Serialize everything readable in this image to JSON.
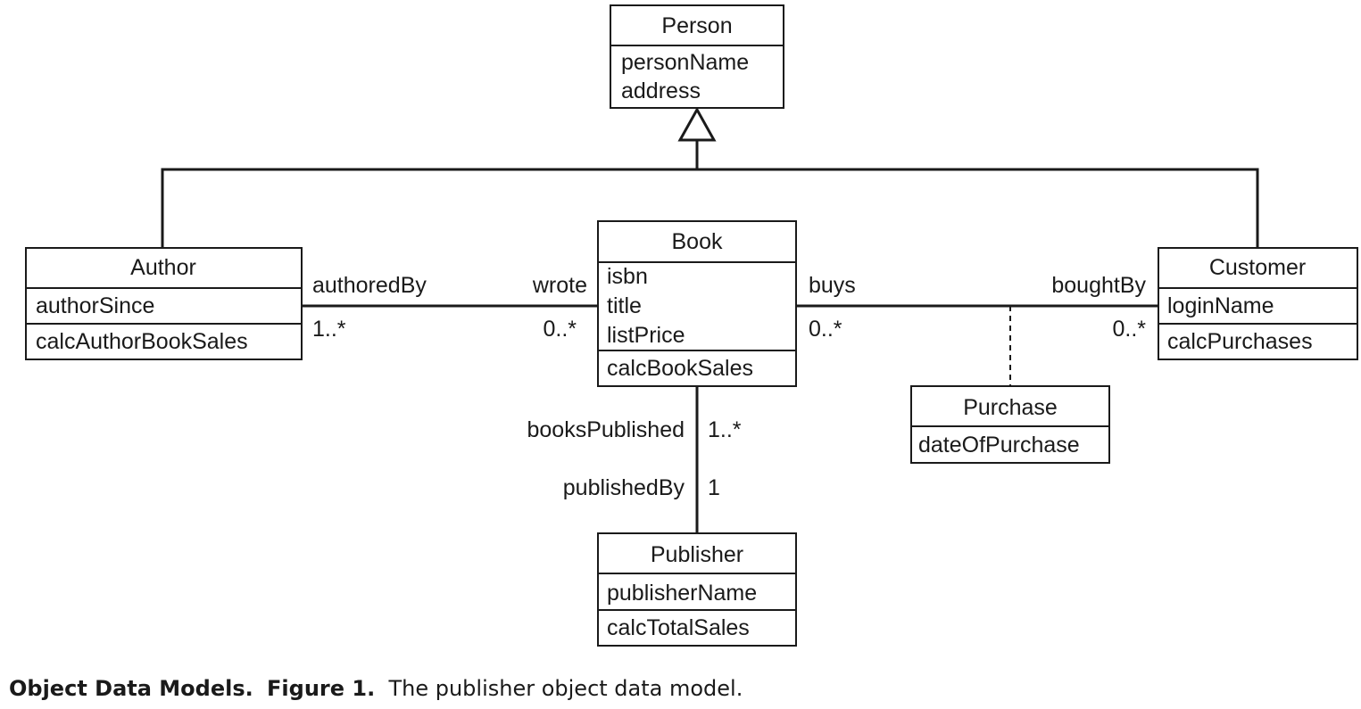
{
  "classes": {
    "person": {
      "name": "Person",
      "attributes": [
        "personName",
        "address"
      ],
      "operations": []
    },
    "author": {
      "name": "Author",
      "attributes": [
        "authorSince"
      ],
      "operations": [
        "calcAuthorBookSales"
      ]
    },
    "book": {
      "name": "Book",
      "attributes": [
        "isbn",
        "title",
        "listPrice"
      ],
      "operations": [
        "calcBookSales"
      ]
    },
    "customer": {
      "name": "Customer",
      "attributes": [
        "loginName"
      ],
      "operations": [
        "calcPurchases"
      ]
    },
    "purchase": {
      "name": "Purchase",
      "attributes": [
        "dateOfPurchase"
      ],
      "operations": []
    },
    "publisher": {
      "name": "Publisher",
      "attributes": [
        "publisherName"
      ],
      "operations": [
        "calcTotalSales"
      ]
    }
  },
  "associations": {
    "author_book": {
      "author_role": "authoredBy",
      "author_mult": "1..*",
      "book_role": "wrote",
      "book_mult": "0..*"
    },
    "book_customer": {
      "book_role": "buys",
      "book_mult": "0..*",
      "customer_role": "boughtBy",
      "customer_mult": "0..*"
    },
    "book_publisher": {
      "book_role": "booksPublished",
      "book_mult": "1..*",
      "publisher_role": "publishedBy",
      "publisher_mult": "1"
    }
  },
  "caption": {
    "label": "Object Data Models.",
    "figure": "Figure 1.",
    "text": "The publisher object data model."
  }
}
